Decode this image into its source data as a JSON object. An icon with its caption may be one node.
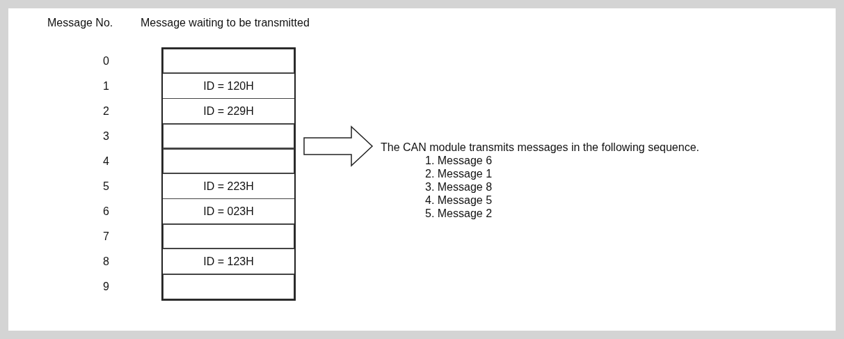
{
  "diagram": {
    "nodes": [
      {
        "text": [
          "Message waiting to be transmitted"
        ]
      },
      {
        "text": [],
        "shape": "box",
        "in": 0
      },
      {
        "text": [
          "ID = 120H"
        ],
        "in": 0
      },
      {
        "text": [
          "ID = 229H"
        ],
        "in": 0
      },
      {
        "text": [],
        "shape": "box",
        "in": 0
      },
      {
        "text": [],
        "shape": "box",
        "in": 0
      },
      {
        "text": [
          "ID = 223H"
        ],
        "in": 0
      },
      {
        "text": [
          "ID = 023H"
        ],
        "in": 0
      },
      {
        "text": [],
        "shape": "box",
        "in": 0
      },
      {
        "text": [
          "ID = 123H"
        ],
        "in": 0
      },
      {
        "text": [],
        "shape": "box",
        "in": 0
      },
      {
        "text": [
          "The CAN module transmits messages in the following sequence.",
          "1. Message 6",
          "2. Message 1",
          "3. Message 8",
          "4. Message 5",
          "5. Message 2"
        ]
      }
    ],
    "edges": [
      {
        "from": 0,
        "to": 11,
        "arrow": "to"
      }
    ],
    "labels": [
      "Message No.",
      "0",
      "1",
      "2",
      "3",
      "4",
      "5",
      "6",
      "7",
      "8",
      "9"
    ]
  }
}
